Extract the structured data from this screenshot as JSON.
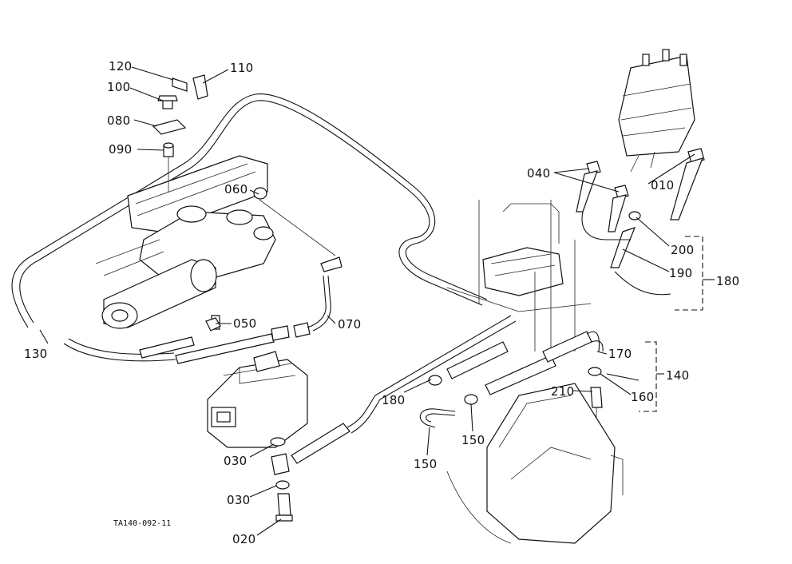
{
  "diagram": {
    "drawing_code": "TA140-092-11",
    "callouts": [
      {
        "id": "c010",
        "label": "010"
      },
      {
        "id": "c020",
        "label": "020"
      },
      {
        "id": "c030a",
        "label": "030"
      },
      {
        "id": "c030b",
        "label": "030"
      },
      {
        "id": "c040",
        "label": "040"
      },
      {
        "id": "c050",
        "label": "050"
      },
      {
        "id": "c060",
        "label": "060"
      },
      {
        "id": "c070",
        "label": "070"
      },
      {
        "id": "c080",
        "label": "080"
      },
      {
        "id": "c090",
        "label": "090"
      },
      {
        "id": "c100",
        "label": "100"
      },
      {
        "id": "c110",
        "label": "110"
      },
      {
        "id": "c120",
        "label": "120"
      },
      {
        "id": "c130",
        "label": "130"
      },
      {
        "id": "c140",
        "label": "140"
      },
      {
        "id": "c150a",
        "label": "150"
      },
      {
        "id": "c150b",
        "label": "150"
      },
      {
        "id": "c160",
        "label": "160"
      },
      {
        "id": "c170",
        "label": "170"
      },
      {
        "id": "c180a",
        "label": "180"
      },
      {
        "id": "c180b",
        "label": "180"
      },
      {
        "id": "c190",
        "label": "190"
      },
      {
        "id": "c200",
        "label": "200"
      },
      {
        "id": "c210",
        "label": "210"
      }
    ]
  }
}
